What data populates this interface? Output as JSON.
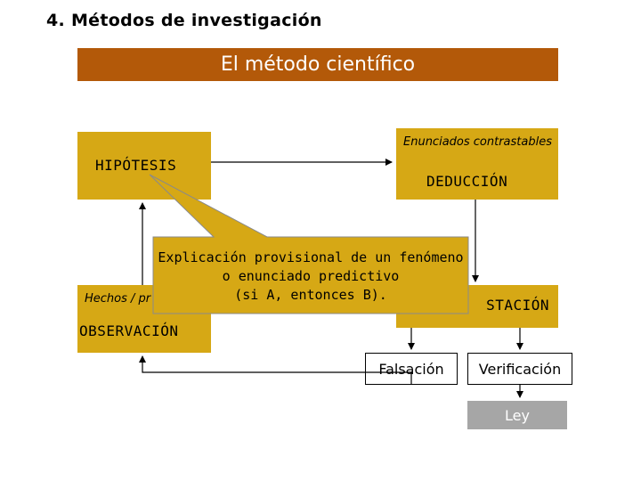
{
  "section_title": "4. Métodos de investigación",
  "banner_title": "El método científico",
  "boxes": {
    "hipotesis": {
      "label": "HIPÓTESIS"
    },
    "deduccion": {
      "subtitle": "Enunciados contrastables",
      "label": "DEDUCCIÓN"
    },
    "contrastacion": {
      "label": "STACIÓN"
    },
    "observacion": {
      "subtitle": "Hechos / pr",
      "label": "OBSERVACIÓN"
    }
  },
  "outcomes": {
    "falsacion": "Falsación",
    "verificacion": "Verificación",
    "ley": "Ley"
  },
  "callout": {
    "line1": "Explicación provisional de un fenómeno",
    "line2": "o enunciado predictivo",
    "line3": "(si A, entonces B)."
  },
  "colors": {
    "banner": "#b35909",
    "box": "#d6a815",
    "callout": "#d6a815",
    "ley": "#a6a6a6"
  }
}
